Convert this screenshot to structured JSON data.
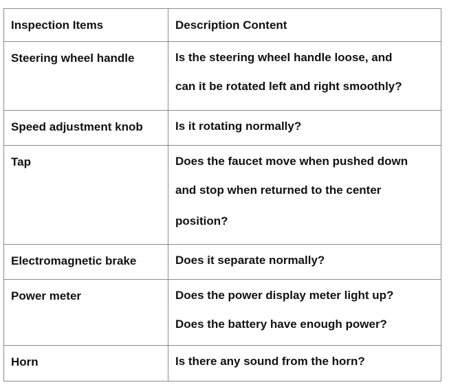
{
  "table": {
    "headers": [
      "Inspection Items",
      "Description Content"
    ],
    "rows": [
      {
        "item": "Steering wheel handle",
        "description": [
          "Is the steering wheel handle loose, and",
          "can it be rotated left and right smoothly?"
        ]
      },
      {
        "item": "Speed adjustment knob",
        "description": [
          "Is it rotating normally?"
        ]
      },
      {
        "item": "Tap",
        "description": [
          "Does the faucet move when pushed down",
          "and stop when returned to the center",
          "position?"
        ]
      },
      {
        "item": "Electromagnetic brake",
        "description": [
          "Does it separate normally?"
        ]
      },
      {
        "item": "Power meter",
        "description": [
          "Does the power display meter light up?",
          "Does the battery have enough power?"
        ]
      },
      {
        "item": "Horn",
        "description": [
          "Is there any sound from the horn?"
        ]
      }
    ]
  }
}
